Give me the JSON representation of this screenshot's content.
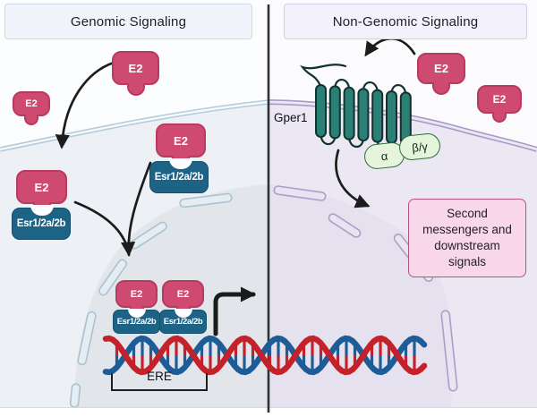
{
  "headers": {
    "genomic": "Genomic Signaling",
    "non_genomic": "Non-Genomic Signaling"
  },
  "molecules": {
    "e2": "E2",
    "esr": "Esr1/2a/2b",
    "gper1": "Gper1",
    "g_alpha": "α",
    "g_beta_gamma": "β/γ"
  },
  "annotations": {
    "ere": "ERE",
    "second_messengers": "Second messengers and downstream signals"
  },
  "colors": {
    "e2_fill": "#ce4a70",
    "e2_border": "#b93a5f",
    "esr_fill": "#1d6386",
    "esr_border": "#14506e",
    "gper_fill": "#2a8076",
    "gper_stroke": "#12332c",
    "gprotein_fill": "#e4f5dc",
    "gprotein_border": "#2f6b33",
    "box_fill": "#f7d7e8",
    "box_border": "#bb5083",
    "dna_red": "#c5212a",
    "dna_blue": "#1e5c97",
    "membrane_left": "#b4cbd9",
    "membrane_right": "#a79ac6",
    "arrow": "#1c1c1c"
  }
}
